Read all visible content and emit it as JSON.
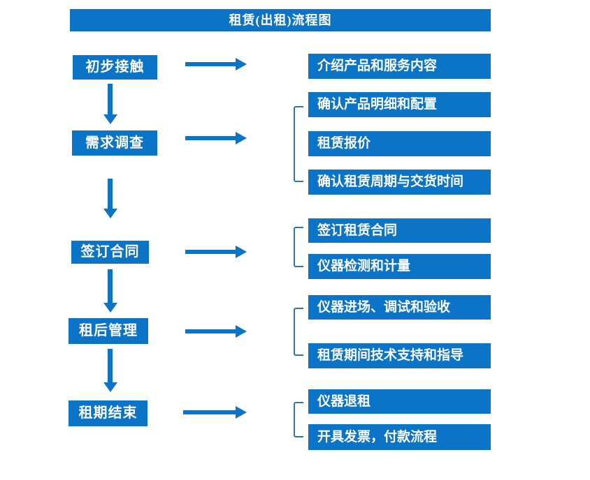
{
  "title": "租赁(出租)流程图",
  "colors": {
    "primary_blue": "#0b74c6",
    "bracket_blue": "#2e75b6",
    "text_white": "#ffffff"
  },
  "stages": [
    {
      "label": "初步接触"
    },
    {
      "label": "需求调查"
    },
    {
      "label": "签订合同"
    },
    {
      "label": "租后管理"
    },
    {
      "label": "租期结束"
    }
  ],
  "details": [
    {
      "label": "介绍产品和服务内容"
    },
    {
      "label": "确认产品明细和配置"
    },
    {
      "label": "租赁报价"
    },
    {
      "label": "确认租赁周期与交货时间"
    },
    {
      "label": "签订租赁合同"
    },
    {
      "label": "仪器检测和计量"
    },
    {
      "label": "仪器进场、调试和验收"
    },
    {
      "label": "租赁期间技术支持和指导"
    },
    {
      "label": "仪器退租"
    },
    {
      "label": "开具发票，付款流程"
    }
  ]
}
